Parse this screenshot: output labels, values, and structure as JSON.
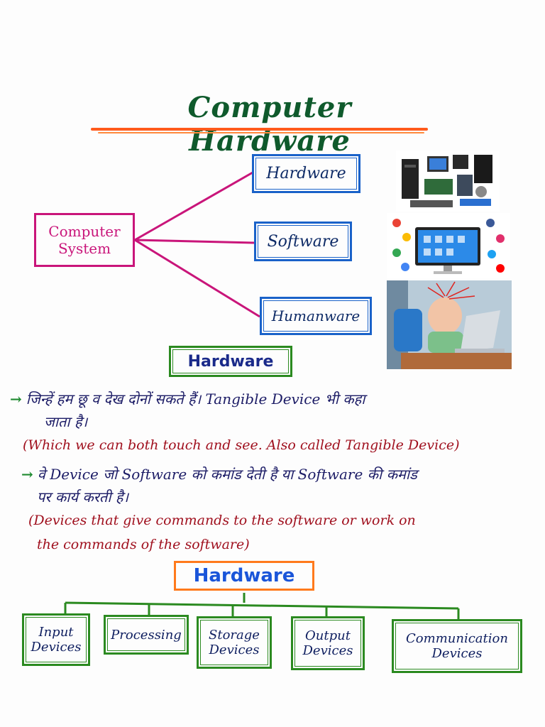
{
  "title": "Computer Hardware",
  "computer_system": {
    "line1": "Computer",
    "line2": "System"
  },
  "branches": [
    "Hardware",
    "Software",
    "Humanware"
  ],
  "hardware_heading": "Hardware",
  "points": {
    "p1_line1": "जिन्हें हम छू व देख दोनों सकते हैं। Tangible Device भी कहा",
    "p1_line2": "जाता है।",
    "p1_en": "(Which we can both touch and see. Also called Tangible Device)",
    "p2_line1": "वे Device जो Software को कमांड देती है या Software की कमांड",
    "p2_line2": "पर कार्य करती है।",
    "p2_en_line1": "(Devices that give commands to the software or work on",
    "p2_en_line2": "the commands of the software)"
  },
  "hardware_tree_heading": "Hardware",
  "categories": [
    {
      "line1": "Input",
      "line2": "Devices"
    },
    {
      "line1": "Processing",
      "line2": ""
    },
    {
      "line1": "Storage",
      "line2": "Devices"
    },
    {
      "line1": "Output",
      "line2": "Devices"
    },
    {
      "line1": "Communication",
      "line2": "Devices"
    }
  ],
  "colors": {
    "pink": "#c9157a",
    "blue": "#1a62c9",
    "green": "#2b8a20",
    "orange": "#ff7a1c",
    "title": "#0f5a2c"
  }
}
